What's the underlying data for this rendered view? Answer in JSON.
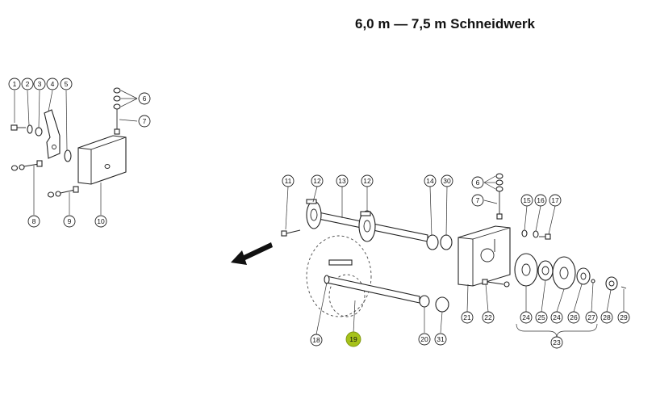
{
  "title": "6,0 m — 7,5 m Schneidwerk",
  "callouts": [
    {
      "id": "c1",
      "label": "1"
    },
    {
      "id": "c2",
      "label": "2"
    },
    {
      "id": "c3",
      "label": "3"
    },
    {
      "id": "c4",
      "label": "4"
    },
    {
      "id": "c5",
      "label": "5"
    },
    {
      "id": "c6a",
      "label": "6"
    },
    {
      "id": "c7a",
      "label": "7"
    },
    {
      "id": "c8",
      "label": "8"
    },
    {
      "id": "c9",
      "label": "9"
    },
    {
      "id": "c10",
      "label": "10"
    },
    {
      "id": "c11",
      "label": "11"
    },
    {
      "id": "c12a",
      "label": "12"
    },
    {
      "id": "c13",
      "label": "13"
    },
    {
      "id": "c12b",
      "label": "12"
    },
    {
      "id": "c14",
      "label": "14"
    },
    {
      "id": "c30",
      "label": "30"
    },
    {
      "id": "c6b",
      "label": "6"
    },
    {
      "id": "c7b",
      "label": "7"
    },
    {
      "id": "c15",
      "label": "15"
    },
    {
      "id": "c16",
      "label": "16"
    },
    {
      "id": "c17",
      "label": "17"
    },
    {
      "id": "c18",
      "label": "18"
    },
    {
      "id": "c19",
      "label": "19",
      "highlighted": true
    },
    {
      "id": "c20",
      "label": "20"
    },
    {
      "id": "c31",
      "label": "31"
    },
    {
      "id": "c21",
      "label": "21"
    },
    {
      "id": "c22",
      "label": "22"
    },
    {
      "id": "c24a",
      "label": "24"
    },
    {
      "id": "c25",
      "label": "25"
    },
    {
      "id": "c24b",
      "label": "24"
    },
    {
      "id": "c26",
      "label": "26"
    },
    {
      "id": "c27",
      "label": "27"
    },
    {
      "id": "c28",
      "label": "28"
    },
    {
      "id": "c29",
      "label": "29"
    },
    {
      "id": "c23",
      "label": "23"
    }
  ],
  "colors": {
    "highlight": "#a6c21a",
    "line": "#222222"
  }
}
